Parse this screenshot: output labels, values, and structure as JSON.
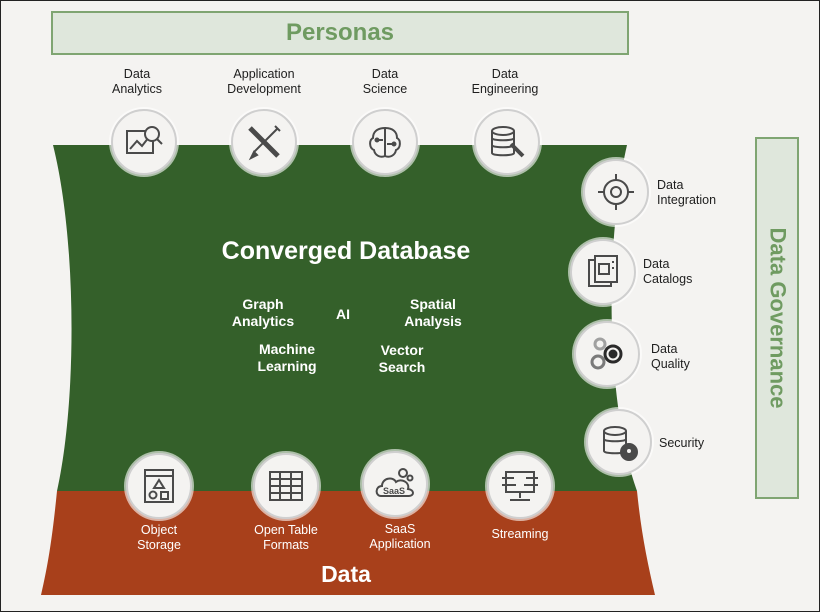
{
  "header": {
    "title": "Personas"
  },
  "personas": [
    {
      "label_line1": "Data",
      "label_line2": "Analytics",
      "icon": "analytics-magnifier-icon"
    },
    {
      "label_line1": "Application",
      "label_line2": "Development",
      "icon": "pencil-ruler-icon"
    },
    {
      "label_line1": "Data",
      "label_line2": "Science",
      "icon": "brain-circuit-icon"
    },
    {
      "label_line1": "Data",
      "label_line2": "Engineering",
      "icon": "database-wrench-icon"
    }
  ],
  "center": {
    "title": "Converged Database",
    "capabilities": [
      {
        "line1": "Graph",
        "line2": "Analytics"
      },
      {
        "line1": "AI",
        "line2": ""
      },
      {
        "line1": "Spatial",
        "line2": "Analysis"
      },
      {
        "line1": "Machine",
        "line2": "Learning"
      },
      {
        "line1": "Vector",
        "line2": "Search"
      }
    ]
  },
  "governance": {
    "title": "Data Governance",
    "items": [
      {
        "label_line1": "Data",
        "label_line2": "Integration",
        "icon": "integration-gear-icon"
      },
      {
        "label_line1": "Data",
        "label_line2": "Catalogs",
        "icon": "catalog-icon"
      },
      {
        "label_line1": "Data",
        "label_line2": "Quality",
        "icon": "gears-icon"
      },
      {
        "label_line1": "Security",
        "label_line2": "",
        "icon": "database-lock-icon"
      }
    ]
  },
  "data_layer": {
    "title": "Data",
    "sources": [
      {
        "label_line1": "Object",
        "label_line2": "Storage",
        "icon": "object-storage-icon"
      },
      {
        "label_line1": "Open Table",
        "label_line2": "Formats",
        "icon": "table-icon"
      },
      {
        "label_line1": "SaaS",
        "label_line2": "Application",
        "icon": "saas-cloud-icon"
      },
      {
        "label_line1": "Streaming",
        "label_line2": "",
        "icon": "streaming-icon"
      }
    ],
    "saas_icon_text": "SaaS"
  },
  "colors": {
    "green_panel": "#34602a",
    "orange_panel": "#a8401b",
    "banner_fill": "#dfe7dc",
    "banner_text": "#6f9b61",
    "icon_stroke": "#4a4a4a"
  }
}
